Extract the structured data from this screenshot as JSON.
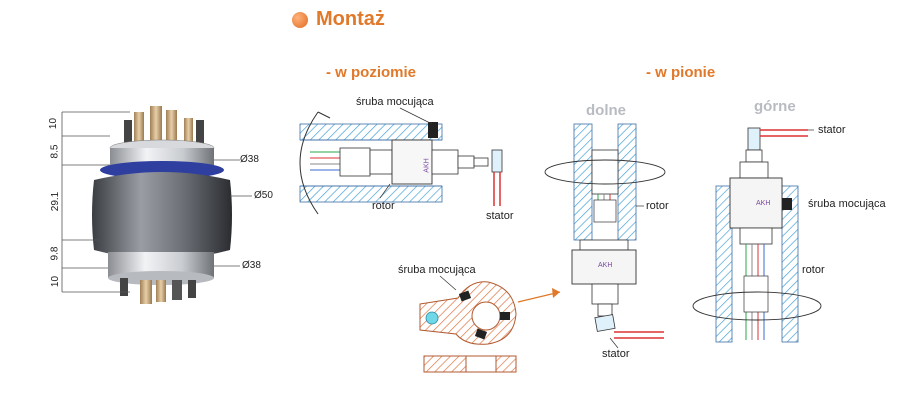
{
  "title": "Montaż",
  "sections": {
    "horizontal": "- w poziomie",
    "vertical": "- w pionie",
    "bottom": "dolne",
    "top": "górne"
  },
  "labels": {
    "screw": "śruba mocująca",
    "rotor": "rotor",
    "stator": "stator",
    "brand": "AKH"
  },
  "dimensions": {
    "left": [
      "10",
      "8.5",
      "29.1",
      "9.8",
      "10"
    ],
    "right": [
      "Ø38",
      "Ø50",
      "Ø38"
    ]
  },
  "colors": {
    "accent": "#e0792a",
    "hatch_blue": "#4aa3d8",
    "hatch_orange": "#e07a4a"
  }
}
